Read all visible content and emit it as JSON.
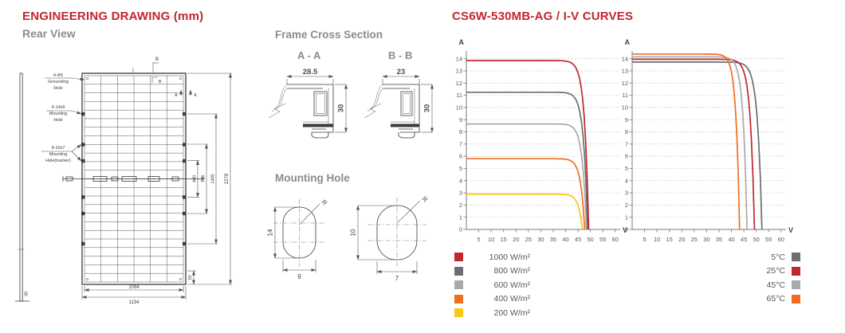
{
  "engineering": {
    "title": "ENGINEERING DRAWING (mm)",
    "subtitle": "Rear View",
    "callouts": {
      "g1": "4-Φ5",
      "g2": "Grounding",
      "g3": "Hole",
      "m1": "4-14x9",
      "m2": "Mounting",
      "m3": "Hole",
      "t1": "8-10x7",
      "t2": "Mounting",
      "t3": "Hole(tracker)"
    },
    "dims": {
      "d2278": "2278",
      "d1400": "1400",
      "d750": "750",
      "d400": "400",
      "d50": "50",
      "w1094": "1094",
      "w1134": "1134",
      "t30": "30"
    },
    "markers": {
      "a": "A",
      "b": "B"
    }
  },
  "frame": {
    "title": "Frame Cross Section",
    "section_aa": "A - A",
    "section_bb": "B - B",
    "aa_width": "28.5",
    "aa_height": "30",
    "bb_width": "23",
    "bb_height": "30",
    "mounting_title": "Mounting Hole",
    "hole_left": {
      "height": "14",
      "width": "9",
      "radius": "R"
    },
    "hole_right": {
      "height": "10",
      "width": "7",
      "radius": "R"
    }
  },
  "iv": {
    "title": "CS6W-530MB-AG / I-V CURVES"
  },
  "chart_data": [
    {
      "type": "line",
      "title": "I-V curves at different irradiance levels",
      "xlabel": "V",
      "ylabel": "A",
      "xlim": [
        0,
        62
      ],
      "ylim": [
        0,
        14.5
      ],
      "xticks": [
        5,
        10,
        15,
        20,
        25,
        30,
        35,
        40,
        45,
        50,
        55,
        60
      ],
      "yticks": [
        0,
        1,
        2,
        3,
        4,
        5,
        6,
        7,
        8,
        9,
        10,
        11,
        12,
        13,
        14
      ],
      "grid": "horizontal-dashed",
      "legend_position": "below-left",
      "draw_order": "reverse",
      "series": [
        {
          "name": "1000 W/m²",
          "color": "#c0272e",
          "isc": 13.85,
          "voc": 49.3
        },
        {
          "name": "800 W/m²",
          "color": "#6d6e71",
          "isc": 11.25,
          "voc": 48.9
        },
        {
          "name": "600 W/m²",
          "color": "#a8aaad",
          "isc": 8.65,
          "voc": 48.4
        },
        {
          "name": "400 W/m²",
          "color": "#f26d21",
          "isc": 5.8,
          "voc": 47.7
        },
        {
          "name": "200 W/m²",
          "color": "#f9c613",
          "isc": 2.9,
          "voc": 46.8
        }
      ]
    },
    {
      "type": "line",
      "title": "I-V curves at different cell temperatures",
      "xlabel": "V",
      "ylabel": "A",
      "xlim": [
        0,
        62
      ],
      "ylim": [
        0,
        14.5
      ],
      "xticks": [
        5,
        10,
        15,
        20,
        25,
        30,
        35,
        40,
        45,
        50,
        55,
        60
      ],
      "yticks": [
        0,
        1,
        2,
        3,
        4,
        5,
        6,
        7,
        8,
        9,
        10,
        11,
        12,
        13,
        14
      ],
      "grid": "horizontal-dashed",
      "legend_position": "below-right",
      "draw_order": "normal",
      "series": [
        {
          "name": "5°C",
          "color": "#6d6e71",
          "isc": 13.72,
          "voc": 52.3
        },
        {
          "name": "25°C",
          "color": "#c0272e",
          "isc": 13.95,
          "voc": 49.3
        },
        {
          "name": "45°C",
          "color": "#a8aaad",
          "isc": 14.15,
          "voc": 46.3
        },
        {
          "name": "65°C",
          "color": "#f26d21",
          "isc": 14.38,
          "voc": 43.3
        }
      ]
    }
  ]
}
